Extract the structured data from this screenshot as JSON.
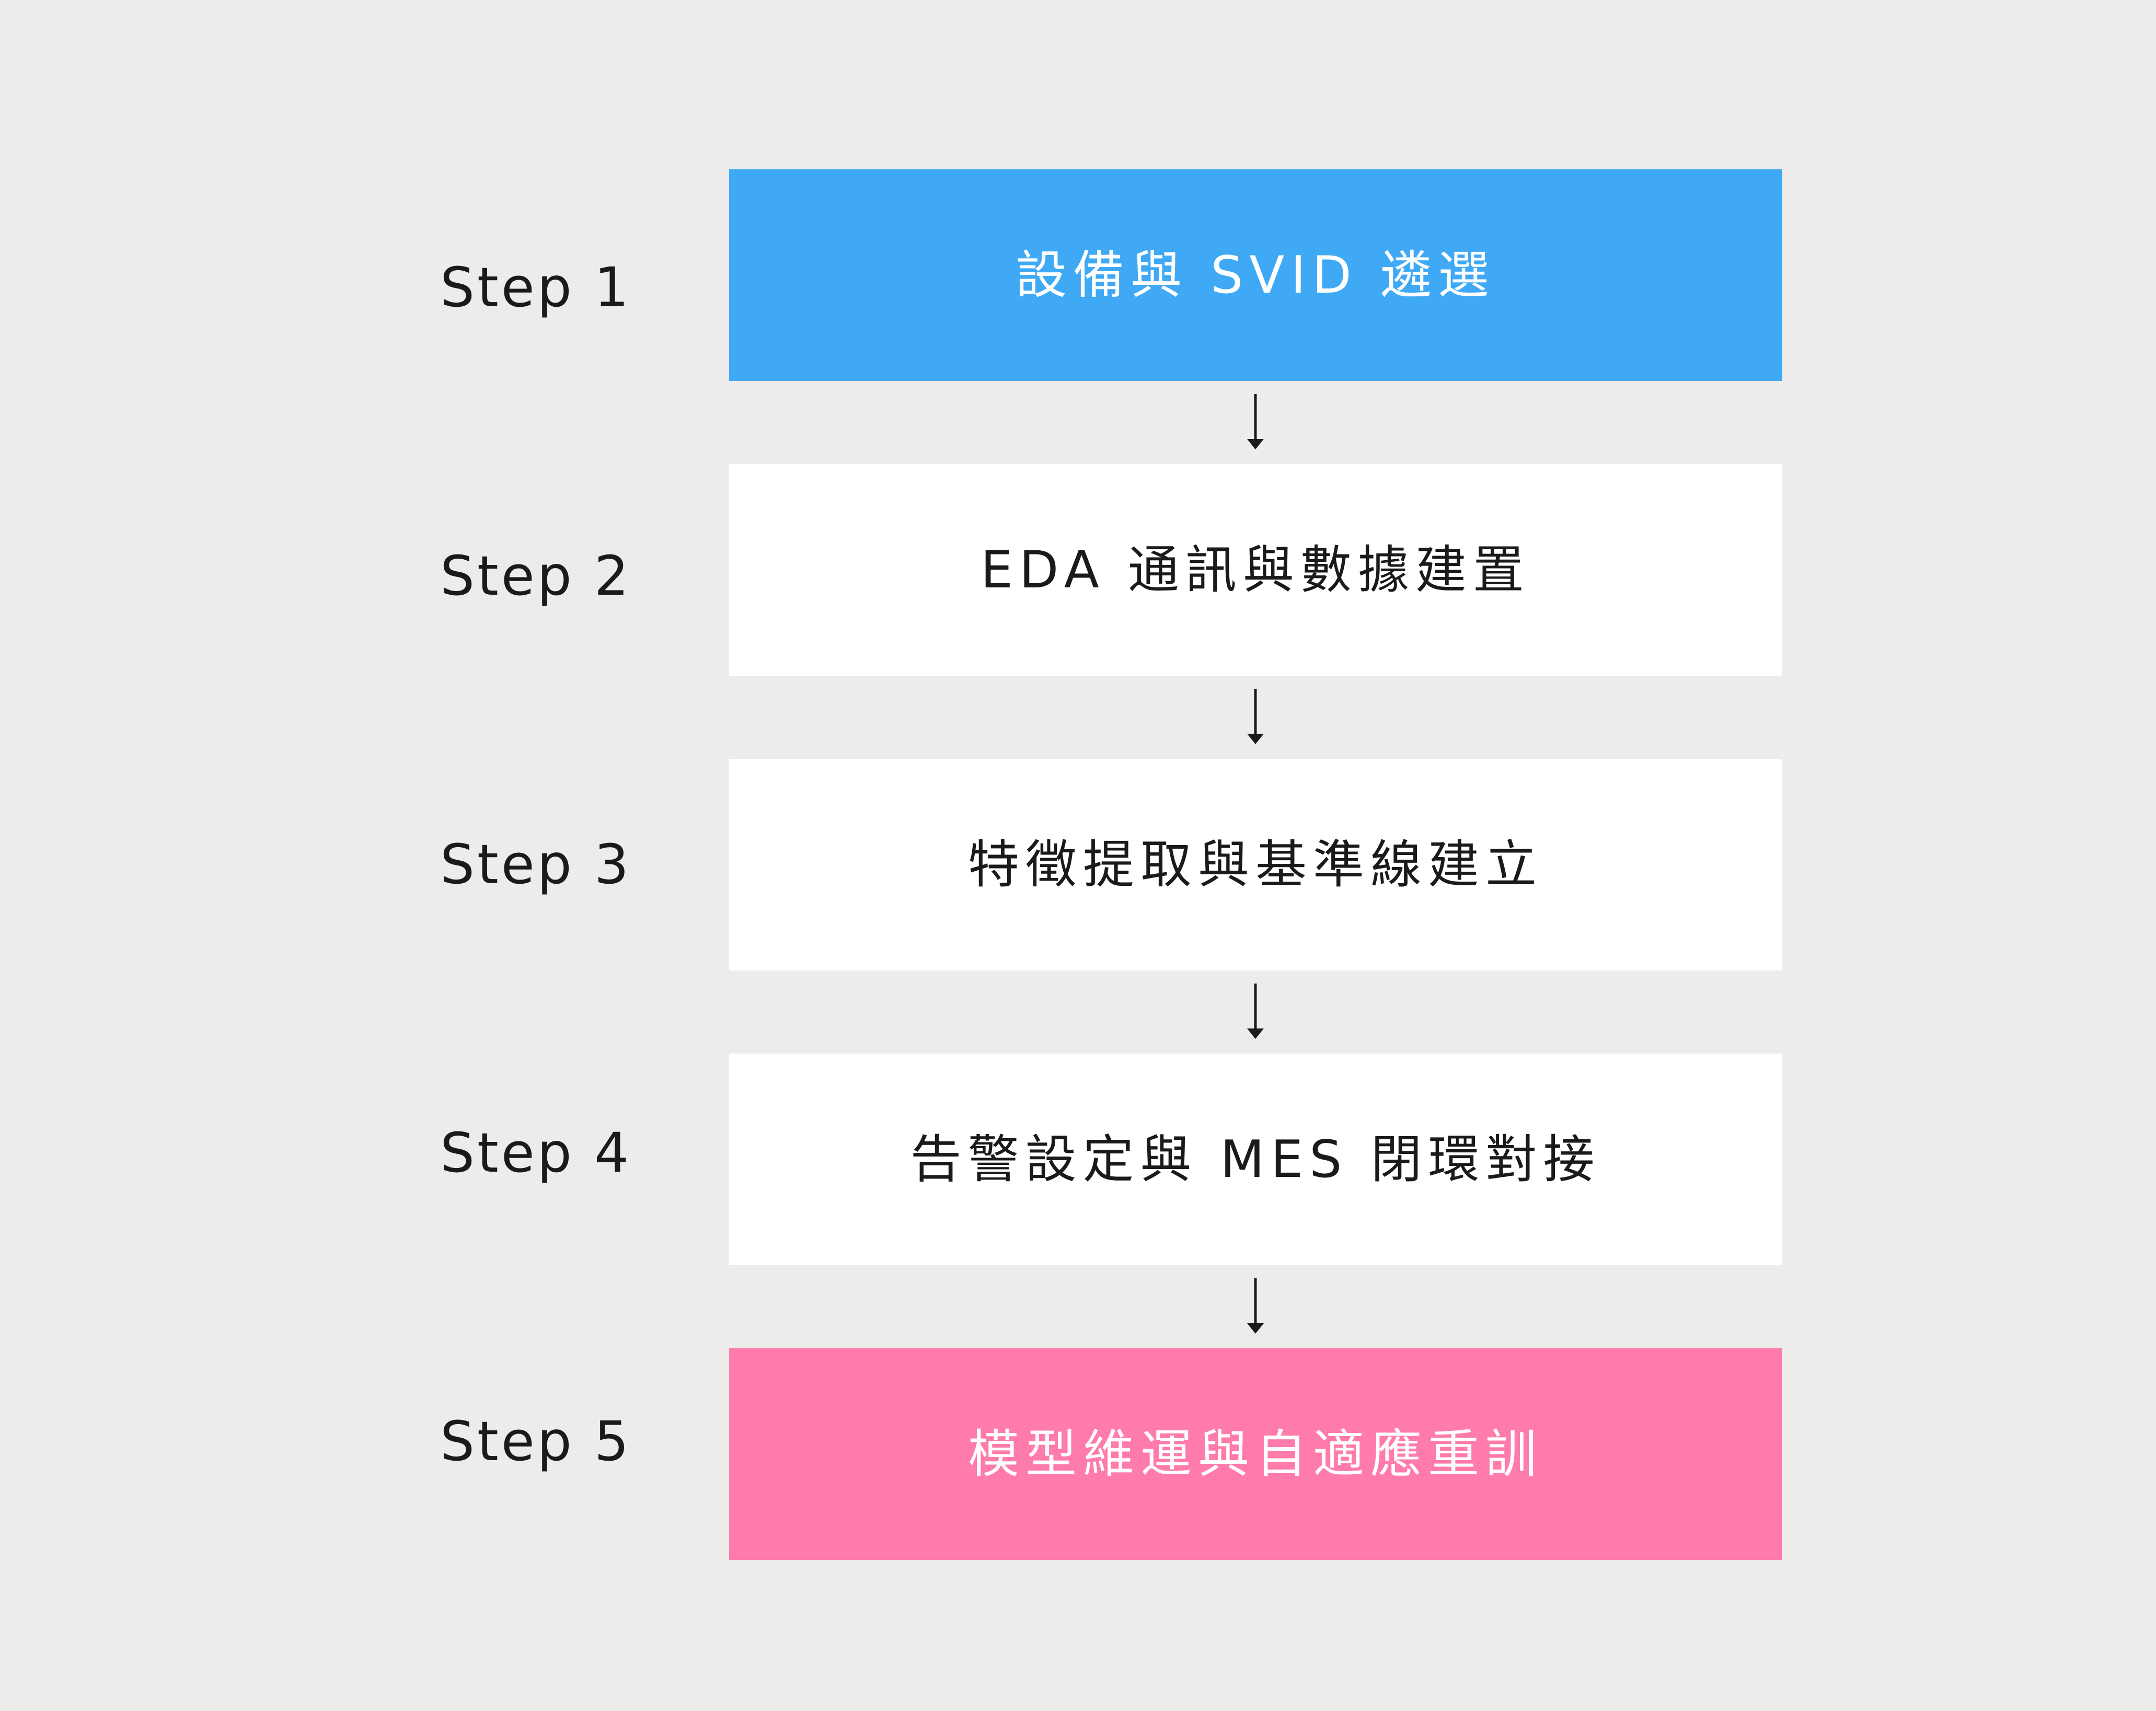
{
  "steps": [
    {
      "label": "Step 1",
      "title": "設備與 SVID 遴選",
      "fill": "#3fa9f5",
      "text_color": "#ffffff"
    },
    {
      "label": "Step 2",
      "title": "EDA 通訊與數據建置",
      "fill": "#ffffff",
      "text_color": "#1a1a1a"
    },
    {
      "label": "Step 3",
      "title": "特徵提取與基準線建立",
      "fill": "#ffffff",
      "text_color": "#1a1a1a"
    },
    {
      "label": "Step 4",
      "title": "告警設定與 MES 閉環對接",
      "fill": "#ffffff",
      "text_color": "#1a1a1a"
    },
    {
      "label": "Step 5",
      "title": "模型維運與自適應重訓",
      "fill": "#ff7bab",
      "text_color": "#ffffff"
    }
  ],
  "colors": {
    "background": "#edecea",
    "arrow": "#1a1a1a"
  }
}
